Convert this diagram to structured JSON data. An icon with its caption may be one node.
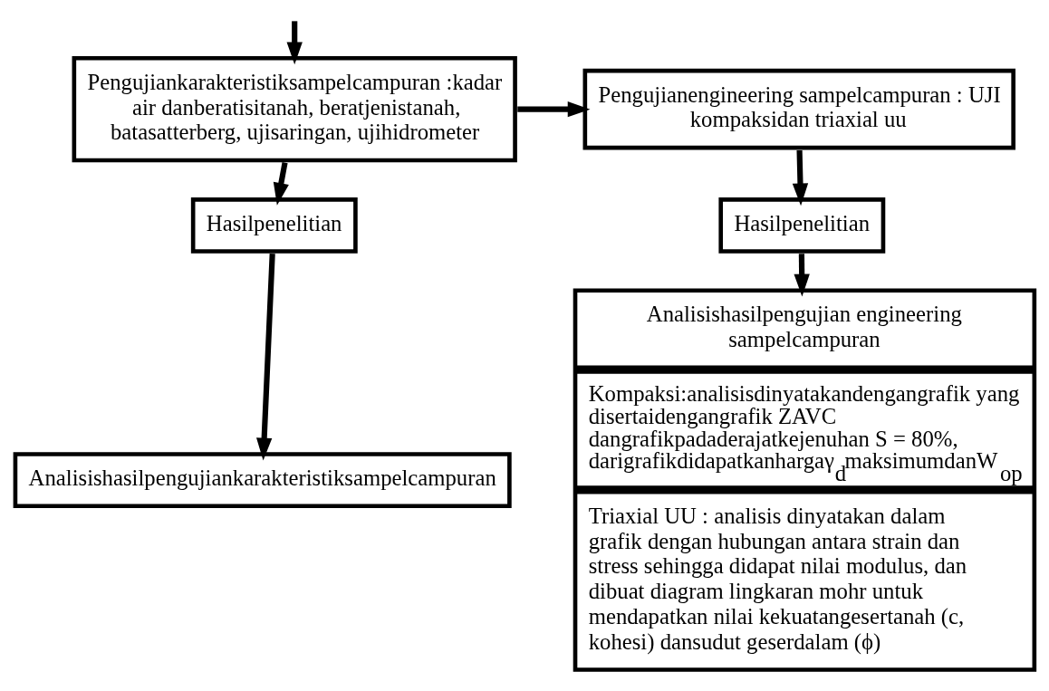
{
  "diagram": {
    "nodes": [
      {
        "text": [
          "Pengujiankarakteristiksampelcampuran :kadar air danberatisitanah, beratjenistanah, batasatterberg, ujisaringan, ujihidrometer"
        ]
      },
      {
        "text": [
          "Hasilpenelitian"
        ]
      },
      {
        "text": [
          "Analisishasilpengujiankarakteristiksampelcampuran"
        ]
      },
      {
        "text": [
          "Pengujianengineering sampelcampuran : UJI kompaksidan triaxial uu"
        ]
      },
      {
        "text": [
          "Hasilpenelitian"
        ]
      },
      {
        "text": [
          "Analisishasilpengujian engineering sampelcampuran",
          "Kompaksi:analisisdinyatakandengangrafik yang disertaidengangrafik ZAVC dangrafikpadaderajatkejenuhan S = 80%, darigrafikdidapatkanhargaγ$_{d}$maksimumdanW$_{op}$",
          "Triaxial UU : analisis dinyatakan dalam grafik dengan hubungan antara strain dan stress sehingga didapat nilai modulus, dan dibuat diagram lingkaran mohr untuk mendapatkan nilai kekuatangesertanah (c, kohesi) dansudut geserdalam (ϕ)"
        ]
      }
    ],
    "edges": [
      {
        "from": null,
        "to": 0,
        "arrow": "to"
      },
      {
        "from": 0,
        "to": 1,
        "arrow": "to"
      },
      {
        "from": 1,
        "to": 2,
        "arrow": "to"
      },
      {
        "from": 0,
        "to": 3,
        "arrow": "to"
      },
      {
        "from": 3,
        "to": 4,
        "arrow": "to"
      },
      {
        "from": 4,
        "to": 5,
        "arrow": "to"
      }
    ]
  }
}
